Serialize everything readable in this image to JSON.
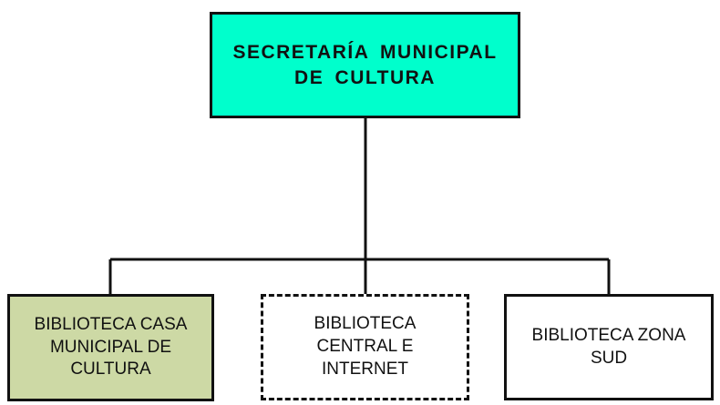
{
  "diagram": {
    "type": "org-chart",
    "colors": {
      "line": "#111111",
      "root_fill": "#00ffcc",
      "child_1_fill": "#cdd9a5",
      "child_2_fill": "#ffffff",
      "child_3_fill": "#ffffff"
    },
    "root": {
      "label": "SECRETARÍA MUNICIPAL DE CULTURA"
    },
    "children": [
      {
        "label": "BIBLIOTECA CASA MUNICIPAL DE CULTURA",
        "border": "solid"
      },
      {
        "label": "BIBLIOTECA CENTRAL E INTERNET",
        "border": "dashed"
      },
      {
        "label": "BIBLIOTECA ZONA SUD",
        "border": "solid"
      }
    ]
  }
}
